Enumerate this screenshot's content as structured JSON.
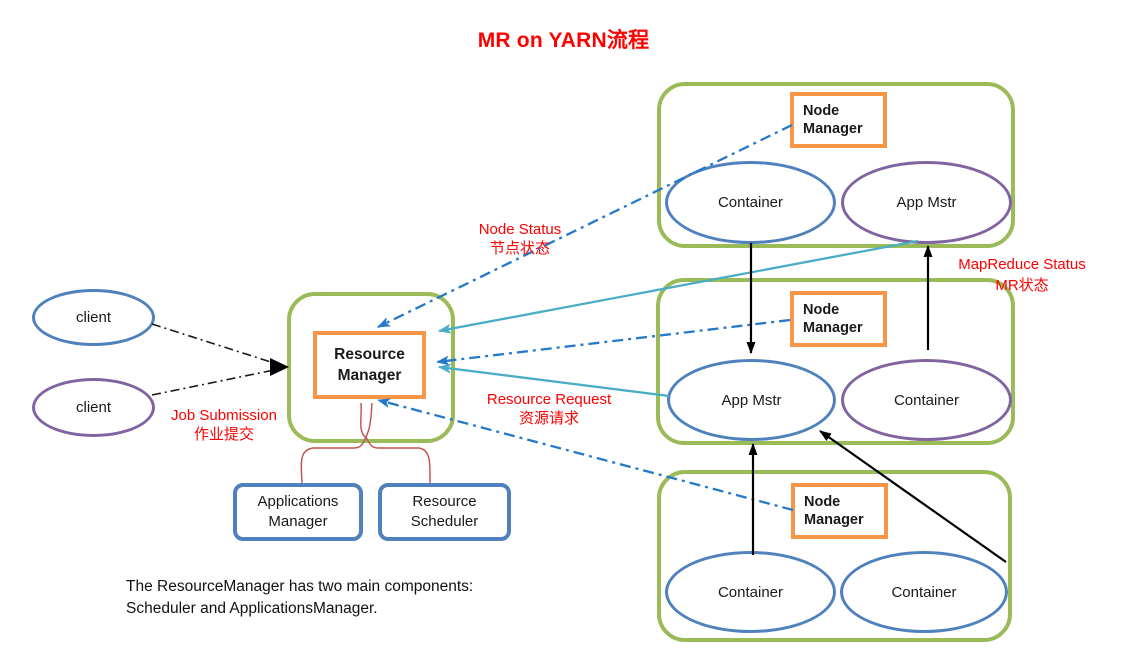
{
  "title": "MR on YARN流程",
  "clients": [
    {
      "label": "client",
      "border_color": "#4F81BD"
    },
    {
      "label": "client",
      "border_color": "#8064A2"
    }
  ],
  "resource_manager": {
    "label": "Resource Manager"
  },
  "components": [
    {
      "label": "Applications Manager"
    },
    {
      "label": "Resource Scheduler"
    }
  ],
  "note": {
    "line1": "The ResourceManager has two main components:",
    "line2": "Scheduler and ApplicationsManager."
  },
  "nodes": [
    {
      "manager": "Node Manager",
      "left": {
        "label": "Container",
        "color": "#4F81BD"
      },
      "right": {
        "label": "App Mstr",
        "color": "#8064A2"
      }
    },
    {
      "manager": "Node Manager",
      "left": {
        "label": "App Mstr",
        "color": "#4F81BD"
      },
      "right": {
        "label": "Container",
        "color": "#8064A2"
      }
    },
    {
      "manager": "Node Manager",
      "left": {
        "label": "Container",
        "color": "#4F81BD"
      },
      "right": {
        "label": "Container",
        "color": "#4F81BD"
      }
    }
  ],
  "edge_labels": {
    "job_submission": {
      "en": "Job Submission",
      "zh": "作业提交"
    },
    "node_status": {
      "en": "Node Status",
      "zh": "节点状态"
    },
    "resource_request": {
      "en": "Resource Request",
      "zh": "资源请求"
    },
    "mapreduce_status": {
      "en": "MapReduce Status",
      "zh": "MR状态"
    }
  },
  "colors": {
    "title_red": "#FF0000",
    "group_green": "#9BBB59",
    "orange": "#F79646",
    "blue": "#4F81BD",
    "purple": "#8064A2",
    "teal_arrow": "#4BACC6",
    "blue_dash_arrow": "#2479C8",
    "black_arrow": "#000000",
    "brace_red": "#C0504D"
  }
}
